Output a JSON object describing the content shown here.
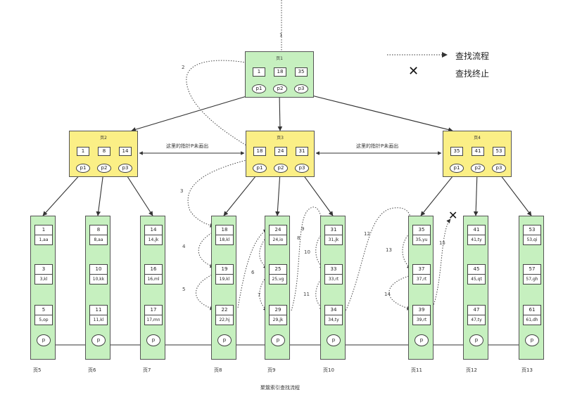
{
  "legend": {
    "flow": "查找流程",
    "stop": "查找终止"
  },
  "root": {
    "title": "页1",
    "keys": [
      "1",
      "18",
      "35"
    ],
    "ptrs": [
      "p1",
      "p2",
      "p3"
    ]
  },
  "mids": [
    {
      "title": "页2",
      "keys": [
        "1",
        "8",
        "14"
      ],
      "ptrs": [
        "p1",
        "p2",
        "p3"
      ]
    },
    {
      "title": "页3",
      "keys": [
        "18",
        "24",
        "31"
      ],
      "ptrs": [
        "p1",
        "p2",
        "p3"
      ]
    },
    {
      "title": "页4",
      "keys": [
        "35",
        "41",
        "53"
      ],
      "ptrs": [
        "p1",
        "p2",
        "p3"
      ]
    }
  ],
  "mid_notes": [
    "这里的指针P未画出",
    "这里的指针P未画出"
  ],
  "leaves": [
    {
      "label": "页5",
      "records": [
        [
          "1",
          "1,aa"
        ],
        [
          "3",
          "3,kl"
        ],
        [
          "5",
          "5,op"
        ]
      ]
    },
    {
      "label": "页6",
      "records": [
        [
          "8",
          "8,aa"
        ],
        [
          "10",
          "10,kk"
        ],
        [
          "11",
          "11,kl"
        ]
      ]
    },
    {
      "label": "页7",
      "records": [
        [
          "14",
          "14,jk"
        ],
        [
          "16",
          "16,ml"
        ],
        [
          "17",
          "17,mn"
        ]
      ]
    },
    {
      "label": "页8",
      "records": [
        [
          "18",
          "18,kl"
        ],
        [
          "19",
          "19,kl"
        ],
        [
          "22",
          "22,hj"
        ]
      ]
    },
    {
      "label": "页9",
      "records": [
        [
          "24",
          "24,io"
        ],
        [
          "25",
          "25,vg"
        ],
        [
          "29",
          "29,jk"
        ]
      ]
    },
    {
      "label": "页10",
      "records": [
        [
          "31",
          "31,jk"
        ],
        [
          "33",
          "33,rt"
        ],
        [
          "34",
          "34,ty"
        ]
      ]
    },
    {
      "label": "页11",
      "records": [
        [
          "35",
          "35,yu"
        ],
        [
          "37",
          "37,rt"
        ],
        [
          "39",
          "39,rt"
        ]
      ]
    },
    {
      "label": "页12",
      "records": [
        [
          "41",
          "41,ty"
        ],
        [
          "45",
          "45,qt"
        ],
        [
          "47",
          "47,ty"
        ]
      ]
    },
    {
      "label": "页13",
      "records": [
        [
          "53",
          "53,qi"
        ],
        [
          "57",
          "57,gh"
        ],
        [
          "61",
          "61,dh"
        ]
      ]
    }
  ],
  "leaf_ptr": "p",
  "steps": [
    "1",
    "2",
    "3",
    "4",
    "5",
    "6",
    "7",
    "8",
    "9",
    "10",
    "11",
    "12",
    "13",
    "14",
    "15"
  ],
  "caption": "聚簇索引查找流程",
  "colors": {
    "root_leaf_fill": "#c6f0bf",
    "internal_fill": "#fbef86",
    "line": "#333333"
  }
}
